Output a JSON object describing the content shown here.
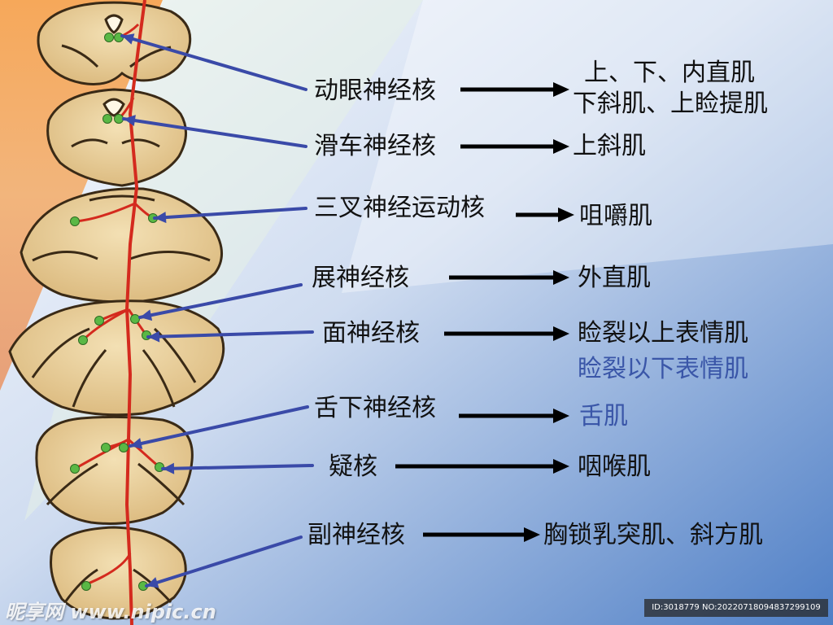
{
  "nuclei": [
    {
      "name": "动眼神经核",
      "muscles": [
        "上、下、内直肌",
        "下斜肌、上睑提肌"
      ]
    },
    {
      "name": "滑车神经核",
      "muscles": [
        "上斜肌"
      ]
    },
    {
      "name": "三叉神经运动核",
      "muscles": [
        "咀嚼肌"
      ]
    },
    {
      "name": "展神经核",
      "muscles": [
        "外直肌"
      ]
    },
    {
      "name": "面神经核",
      "muscles": [
        "睑裂以上表情肌",
        "睑裂以下表情肌"
      ]
    },
    {
      "name": "舌下神经核",
      "muscles": [
        "舌肌"
      ]
    },
    {
      "name": "疑核",
      "muscles": [
        "咽喉肌"
      ]
    },
    {
      "name": "副神经核",
      "muscles": [
        "胸锁乳突肌、斜方肌"
      ]
    }
  ],
  "watermark": {
    "brand": "昵享网 www.nipic.cn",
    "id": "ID:3018779 NO:20220718094837299109"
  },
  "colors": {
    "pointer": "#3a4aa8",
    "tract": "#d42a1e",
    "nucleus_dot": "#5ab845",
    "section_fill": "#e8d09c",
    "section_edge": "#3a2a16",
    "text_blue": "#3a56a8"
  }
}
